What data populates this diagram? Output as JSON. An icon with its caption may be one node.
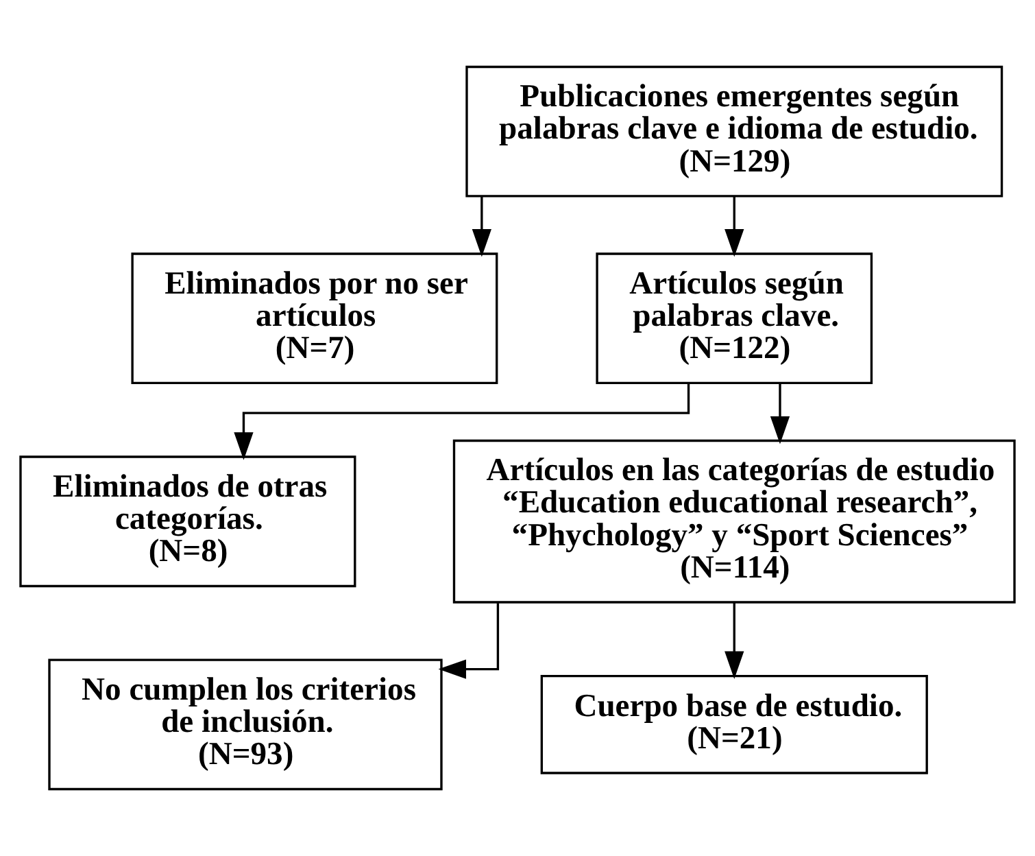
{
  "diagram": {
    "nodes": [
      {
        "text": [
          "Publicaciones emergentes según palabras clave e idioma de estudio.",
          "(N=129)"
        ]
      },
      {
        "text": [
          "Eliminados por no ser artículos",
          "(N=7)"
        ]
      },
      {
        "text": [
          "Artículos según palabras clave.",
          "(N=122)"
        ]
      },
      {
        "text": [
          "Eliminados de otras categorías.",
          "(N=8)"
        ]
      },
      {
        "text": [
          "Artículos en las categorías de estudio “Education educational research”, “Phychology” y “Sport Sciences”",
          "(N=114)"
        ]
      },
      {
        "text": [
          "No cumplen los criterios de inclusión.",
          "(N=93)"
        ]
      },
      {
        "text": [
          "Cuerpo base de estudio.",
          "(N=21)"
        ]
      }
    ],
    "edges": [
      {
        "from": 0,
        "to": 2,
        "arrow": "to"
      },
      {
        "from": 0,
        "to": 1,
        "arrow": "to"
      },
      {
        "from": 2,
        "to": 4,
        "arrow": "to"
      },
      {
        "from": 2,
        "to": 3,
        "arrow": "to"
      },
      {
        "from": 4,
        "to": 6,
        "arrow": "to"
      },
      {
        "from": 4,
        "to": 5,
        "arrow": "to"
      }
    ]
  }
}
